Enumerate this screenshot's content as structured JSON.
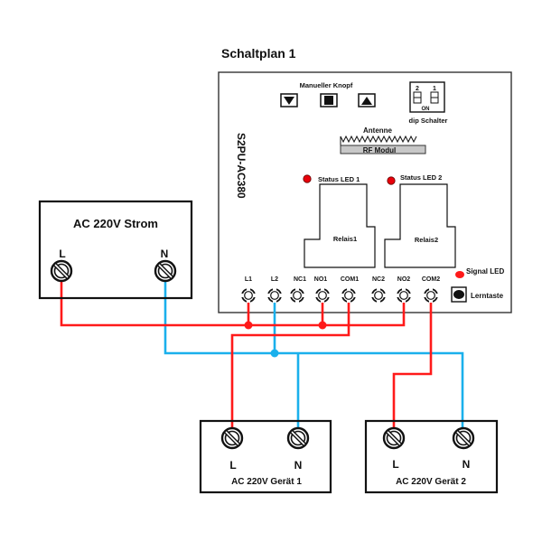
{
  "title": "Schaltplan 1",
  "colors": {
    "live": "#ff1a1a",
    "neutral": "#1ab0ec",
    "outline": "#111111",
    "led": "#e8000b",
    "rf_fill": "#c8c8c8"
  },
  "controller": {
    "model": "S2PU-AC380",
    "manual_buttons_label": "Manueller Knopf",
    "buttons": [
      {
        "name": "down",
        "icon": "triangle-down-icon"
      },
      {
        "name": "stop",
        "icon": "square-stop-icon"
      },
      {
        "name": "up",
        "icon": "triangle-up-icon"
      }
    ],
    "dip": {
      "label": "dip Schalter",
      "on_label": "ON",
      "switch_labels": [
        "2",
        "1"
      ]
    },
    "antenna_label": "Antenne",
    "rf_label": "RF Modul",
    "status_led_1": "Status LED 1",
    "status_led_2": "Status LED 2",
    "relay_1": "Relais1",
    "relay_2": "Relais2",
    "signal_led": "Signal LED",
    "learn_button": "Lerntaste",
    "terminals": [
      "L1",
      "L2",
      "NC1",
      "NO1",
      "COM1",
      "NC2",
      "NO2",
      "COM2"
    ]
  },
  "power_source": {
    "title": "AC 220V Strom",
    "l": "L",
    "n": "N"
  },
  "device_1": {
    "title": "AC 220V Gerät 1",
    "l": "L",
    "n": "N"
  },
  "device_2": {
    "title": "AC 220V Gerät 2",
    "l": "L",
    "n": "N"
  },
  "connections": [
    {
      "from": "Strom L",
      "to": [
        "L1",
        "NO1",
        "NO2"
      ],
      "wire": "live"
    },
    {
      "from": "Strom N",
      "to": [
        "L2",
        "Gerät 1 N",
        "Gerät 2 N"
      ],
      "wire": "neutral"
    },
    {
      "from": "COM1",
      "to": [
        "Gerät 1 L"
      ],
      "wire": "live"
    },
    {
      "from": "COM2",
      "to": [
        "Gerät 2 L"
      ],
      "wire": "live"
    }
  ]
}
